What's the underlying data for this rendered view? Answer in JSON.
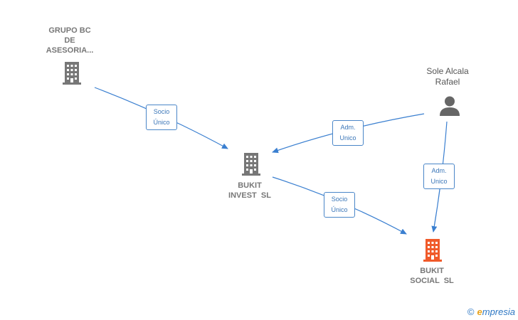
{
  "nodes": {
    "grupo_bc": {
      "label_lines": [
        "GRUPO BC",
        "DE",
        "ASESORIA..."
      ],
      "type": "company"
    },
    "bukit_invest": {
      "label_lines": [
        "BUKIT",
        "INVEST  SL"
      ],
      "type": "company"
    },
    "bukit_social": {
      "label_lines": [
        "BUKIT",
        "SOCIAL  SL"
      ],
      "type": "company",
      "highlight": true
    },
    "sole_alcala": {
      "label_lines": [
        "Sole Alcala",
        "Rafael"
      ],
      "type": "person"
    }
  },
  "edges": [
    {
      "from": "grupo_bc",
      "to": "bukit_invest",
      "label_lines": [
        "Socio",
        "Único"
      ]
    },
    {
      "from": "sole_alcala",
      "to": "bukit_invest",
      "label_lines": [
        "Adm.",
        "Unico"
      ]
    },
    {
      "from": "sole_alcala",
      "to": "bukit_social",
      "label_lines": [
        "Adm.",
        "Unico"
      ]
    },
    {
      "from": "bukit_invest",
      "to": "bukit_social",
      "label_lines": [
        "Socio",
        "Único"
      ]
    }
  ],
  "colors": {
    "edge": "#3a7fd0",
    "company_icon": "#777777",
    "highlight_icon": "#f05a2a",
    "person_icon": "#666666"
  },
  "footer": {
    "copyright_symbol": "©",
    "brand_initial": "e",
    "brand_rest": "mpresia"
  }
}
